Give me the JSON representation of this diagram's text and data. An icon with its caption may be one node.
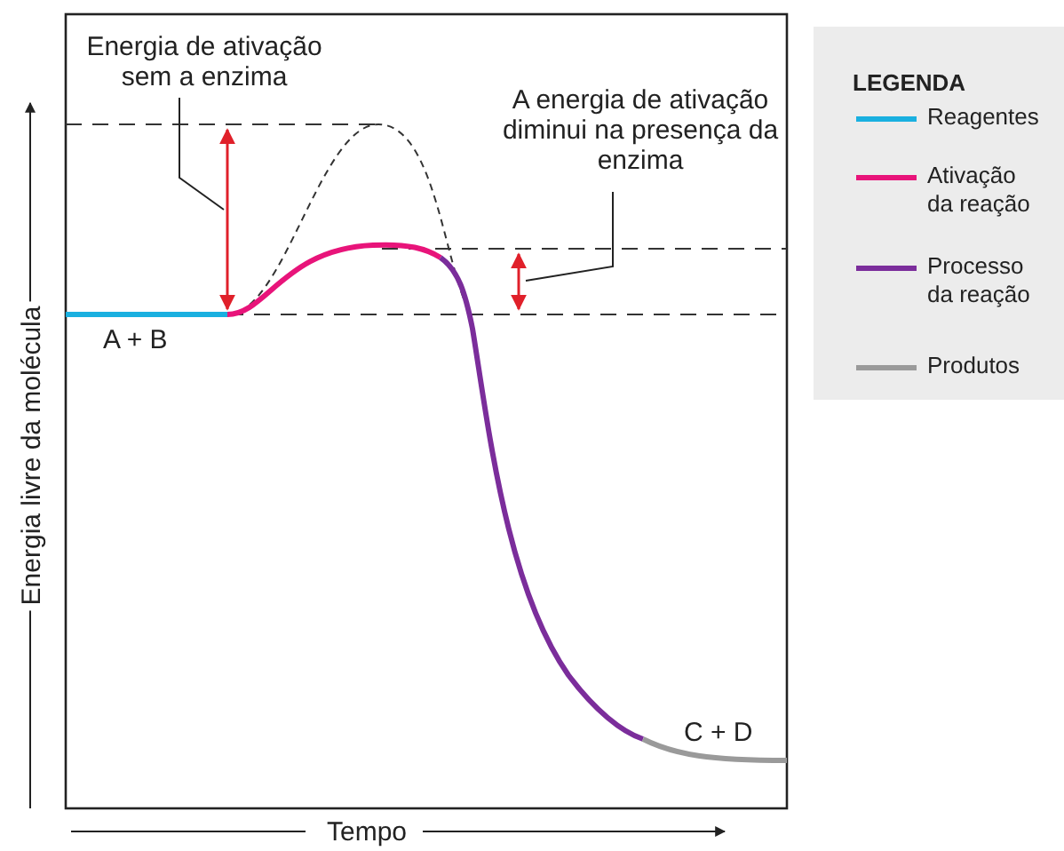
{
  "diagram": {
    "nodes": [
      {
        "text": [
          "Energia de ativação sem a enzima"
        ]
      },
      {
        "text": [
          "A energia de ativação diminui na presença da enzima"
        ]
      }
    ],
    "edges": [
      {
        "from": 0,
        "to": null,
        "arrow": "none"
      },
      {
        "from": 1,
        "to": null,
        "arrow": "none"
      }
    ],
    "labels": [
      "A + B",
      "C + D",
      "Energia livre da molécula",
      "Tempo",
      "LEGENDA"
    ],
    "legend": [
      {
        "text": "Reagentes",
        "color": "#1ab0e0"
      },
      {
        "text": "Ativação da reação",
        "color": "#e8147a"
      },
      {
        "text": "Processo da reação",
        "color": "#7b2d9b"
      },
      {
        "text": "Produtos",
        "color": "#9a9a9a"
      }
    ]
  }
}
